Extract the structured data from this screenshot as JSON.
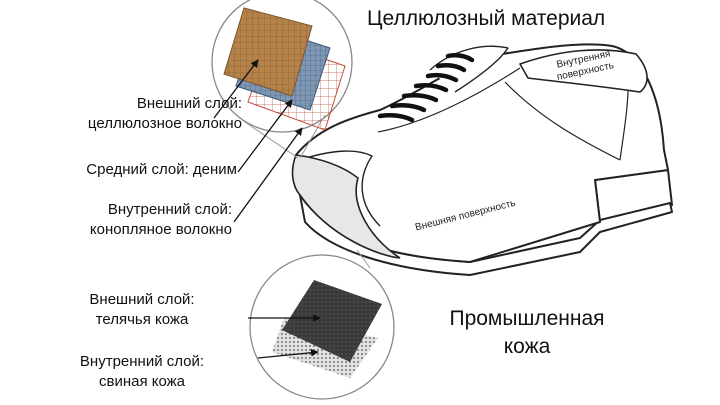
{
  "title_cellulose": "Целлюлозный материал",
  "title_leather_line1": "Промышленная",
  "title_leather_line2": "кожа",
  "shoe_labels": {
    "inner_surface_line1": "Внутренняя",
    "inner_surface_line2": "поверхность",
    "outer_surface": "Внешняя поверхность"
  },
  "cellulose_layers": [
    {
      "line1": "Внешний слой:",
      "line2": "целлюлозное волокно"
    },
    {
      "line1": "Средний слой: деним",
      "line2": ""
    },
    {
      "line1": "Внутренний слой:",
      "line2": "конопляное волокно"
    }
  ],
  "leather_layers": [
    {
      "line1": "Внешний слой:",
      "line2": "телячья кожа"
    },
    {
      "line1": "Внутренний слой:",
      "line2": "свиная кожа"
    }
  ],
  "colors": {
    "cellulose_outer": "#b5834a",
    "denim": "#7f97b3",
    "hemp": "#e8b9a6",
    "calf_leather": "#3a3a3a",
    "pig_leather": "#d9d9d9"
  }
}
